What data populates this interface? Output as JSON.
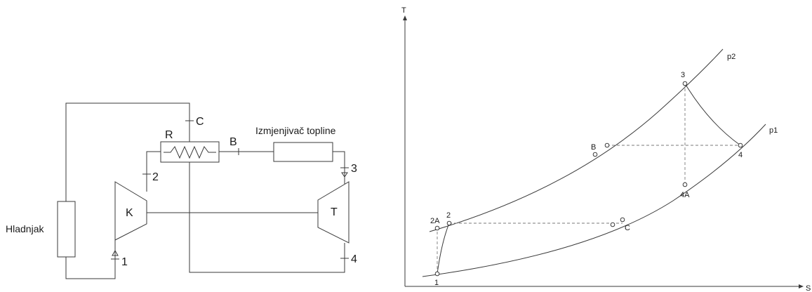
{
  "schematic": {
    "cooler_label": "Hladnjak",
    "compressor_label": "K",
    "turbine_label": "T",
    "regenerator_label": "R",
    "heat_exchanger_label": "Izmjenjivač topline",
    "node_labels": {
      "n1": "1",
      "n2": "2",
      "n3": "3",
      "n4": "4",
      "nB": "B",
      "nC": "C"
    }
  },
  "ts_diagram": {
    "y_axis": "T",
    "x_axis": "S",
    "isobar_high": "p2",
    "isobar_low": "p1",
    "state_labels": {
      "s1": "1",
      "s2": "2",
      "s2A": "2A",
      "s3": "3",
      "s4": "4",
      "s4A": "4A",
      "sB": "B",
      "sC": "C"
    }
  }
}
